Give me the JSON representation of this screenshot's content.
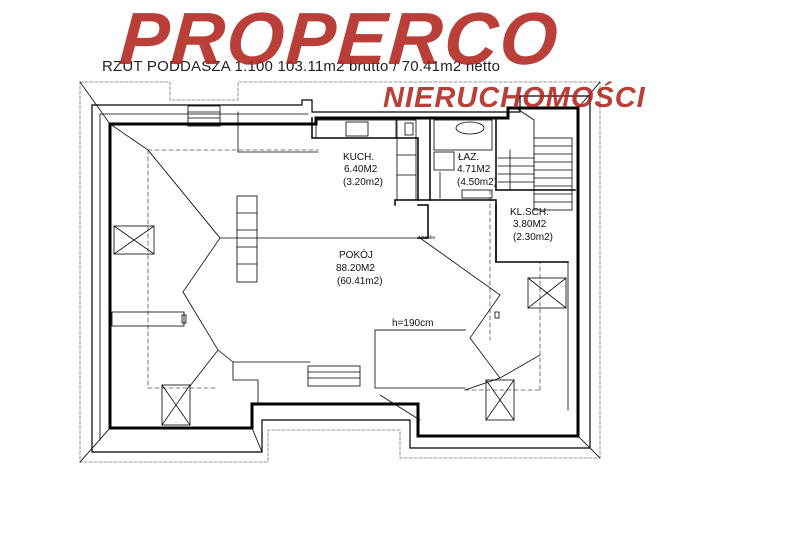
{
  "plan": {
    "title": "RZUT PODDASZA 1:100     103.11m2 brutto / 70.41m2 netto",
    "rooms": [
      {
        "name": "KUCH.",
        "area": "6.40M2",
        "net": "(3.20m2)"
      },
      {
        "name": "ŁAZ.",
        "area": "4.71M2",
        "net": "(4.50m2)"
      },
      {
        "name": "KL.SCH.",
        "area": "3.80M2",
        "net": "(2.30m2)"
      },
      {
        "name": "POKÓJ",
        "area": "88.20M2",
        "net": "(60.41m2)"
      }
    ],
    "height_note": "h=190cm",
    "small_tag": "ścianka"
  },
  "watermark": {
    "brand": "PROPERCO",
    "sub": "NIERUCHOMOŚCI",
    "color": "#b2241e"
  }
}
